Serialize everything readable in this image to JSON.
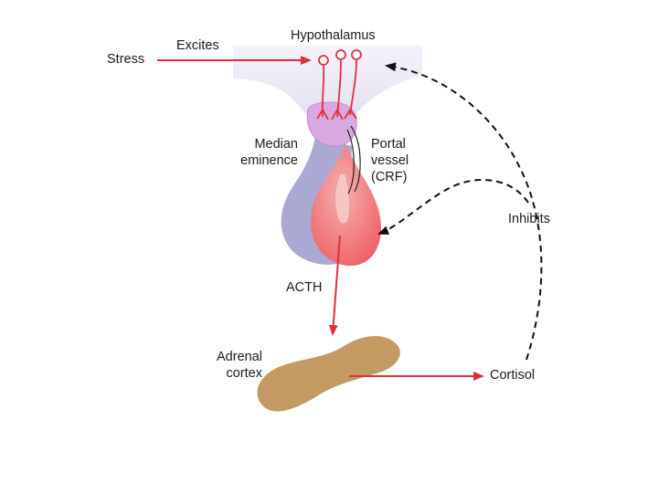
{
  "labels": {
    "stress": "Stress",
    "excites": "Excites",
    "hypothalamus": "Hypothalamus",
    "median_eminence": [
      "Median",
      "eminence"
    ],
    "portal_vessel": [
      "Portal",
      "vessel",
      "(CRF)"
    ],
    "inhibits": "Inhibits",
    "acth": "ACTH",
    "adrenal_cortex": [
      "Adrenal",
      "cortex"
    ],
    "cortisol": "Cortisol"
  },
  "colors": {
    "arrow_red": "#e0303c",
    "hypothalamus_fill": "#ecebf5",
    "median_eminence_fill": "#d9a8e0",
    "posterior_pituitary_fill": "#a9a9d4",
    "anterior_pituitary_fill": "#f07070",
    "adrenal_fill": "#c49a63",
    "feedback_line": "#111111"
  }
}
